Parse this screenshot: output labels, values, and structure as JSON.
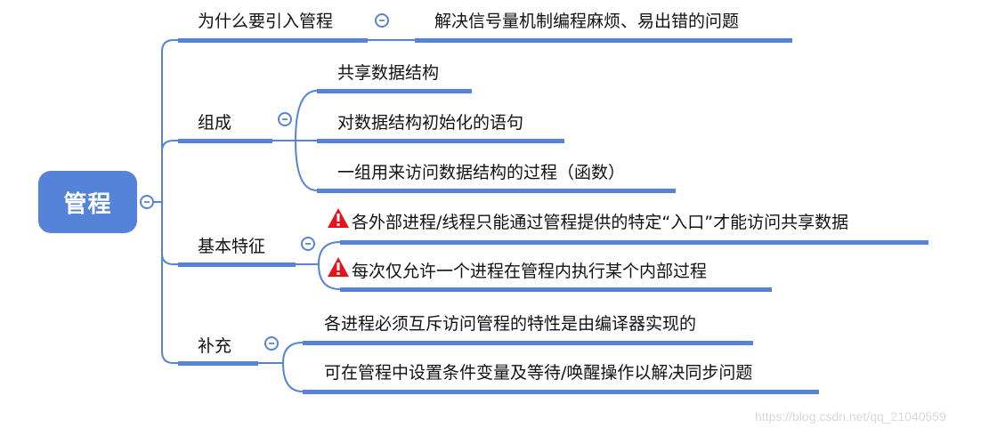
{
  "root": {
    "label": "管程"
  },
  "branches": [
    {
      "label": "为什么要引入管程",
      "children": [
        "解决信号量机制编程麻烦、易出错的问题"
      ]
    },
    {
      "label": "组成",
      "children": [
        "共享数据结构",
        "对数据结构初始化的语句",
        "一组用来访问数据结构的过程（函数）"
      ]
    },
    {
      "label": "基本特征",
      "children": [
        "各外部进程/线程只能通过管程提供的特定“入口”才能访问共享数据",
        "每次仅允许一个进程在管程内执行某个内部过程"
      ],
      "child_icons": [
        "warning-icon",
        "warning-icon"
      ]
    },
    {
      "label": "补充",
      "children": [
        "各进程必须互斥访问管程的特性是由编译器实现的",
        "可在管程中设置条件变量及等待/唤醒操作以解决同步问题"
      ]
    }
  ],
  "colors": {
    "accent": "#5583d8",
    "warning": "#e8121a",
    "text": "#111111"
  },
  "watermark": "https://blog.csdn.net/qq_21040559"
}
